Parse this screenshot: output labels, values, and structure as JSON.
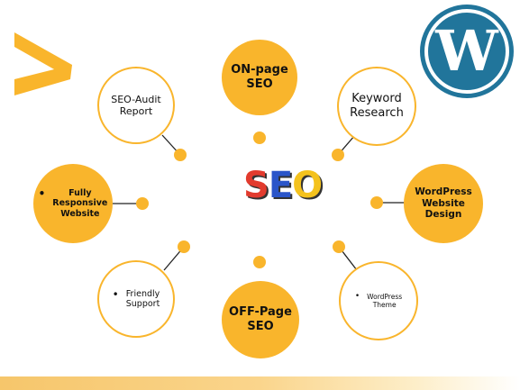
{
  "center_logo": {
    "s": "S",
    "e": "E",
    "o": "O"
  },
  "nodes": {
    "on_page": "ON-page\nSEO",
    "seo_audit": "SEO-Audit\nReport",
    "keyword": "Keyword\nResearch",
    "fully_responsive": "Fully\nResponsive\nWebsite",
    "wordpress_design": "WordPress\nWebsite\nDesign",
    "friendly_support": "Friendly\nSupport",
    "wordpress_theme": "WordPress\nTheme",
    "off_page": "OFF-Page\nSEO"
  },
  "colors": {
    "accent": "#F9B52C",
    "wp_blue": "#21759B"
  }
}
